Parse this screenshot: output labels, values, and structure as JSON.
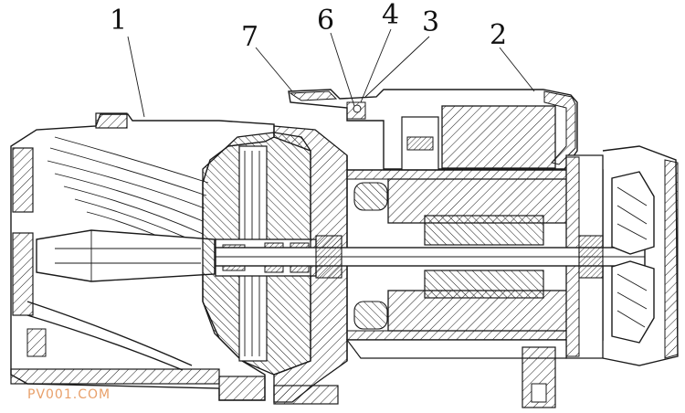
{
  "diagram": {
    "callouts": [
      {
        "id": "part-1",
        "label": "1"
      },
      {
        "id": "part-2",
        "label": "2"
      },
      {
        "id": "part-3",
        "label": "3"
      },
      {
        "id": "part-4",
        "label": "4"
      },
      {
        "id": "part-6",
        "label": "6"
      },
      {
        "id": "part-7",
        "label": "7"
      }
    ]
  },
  "watermark": "PV001.COM"
}
